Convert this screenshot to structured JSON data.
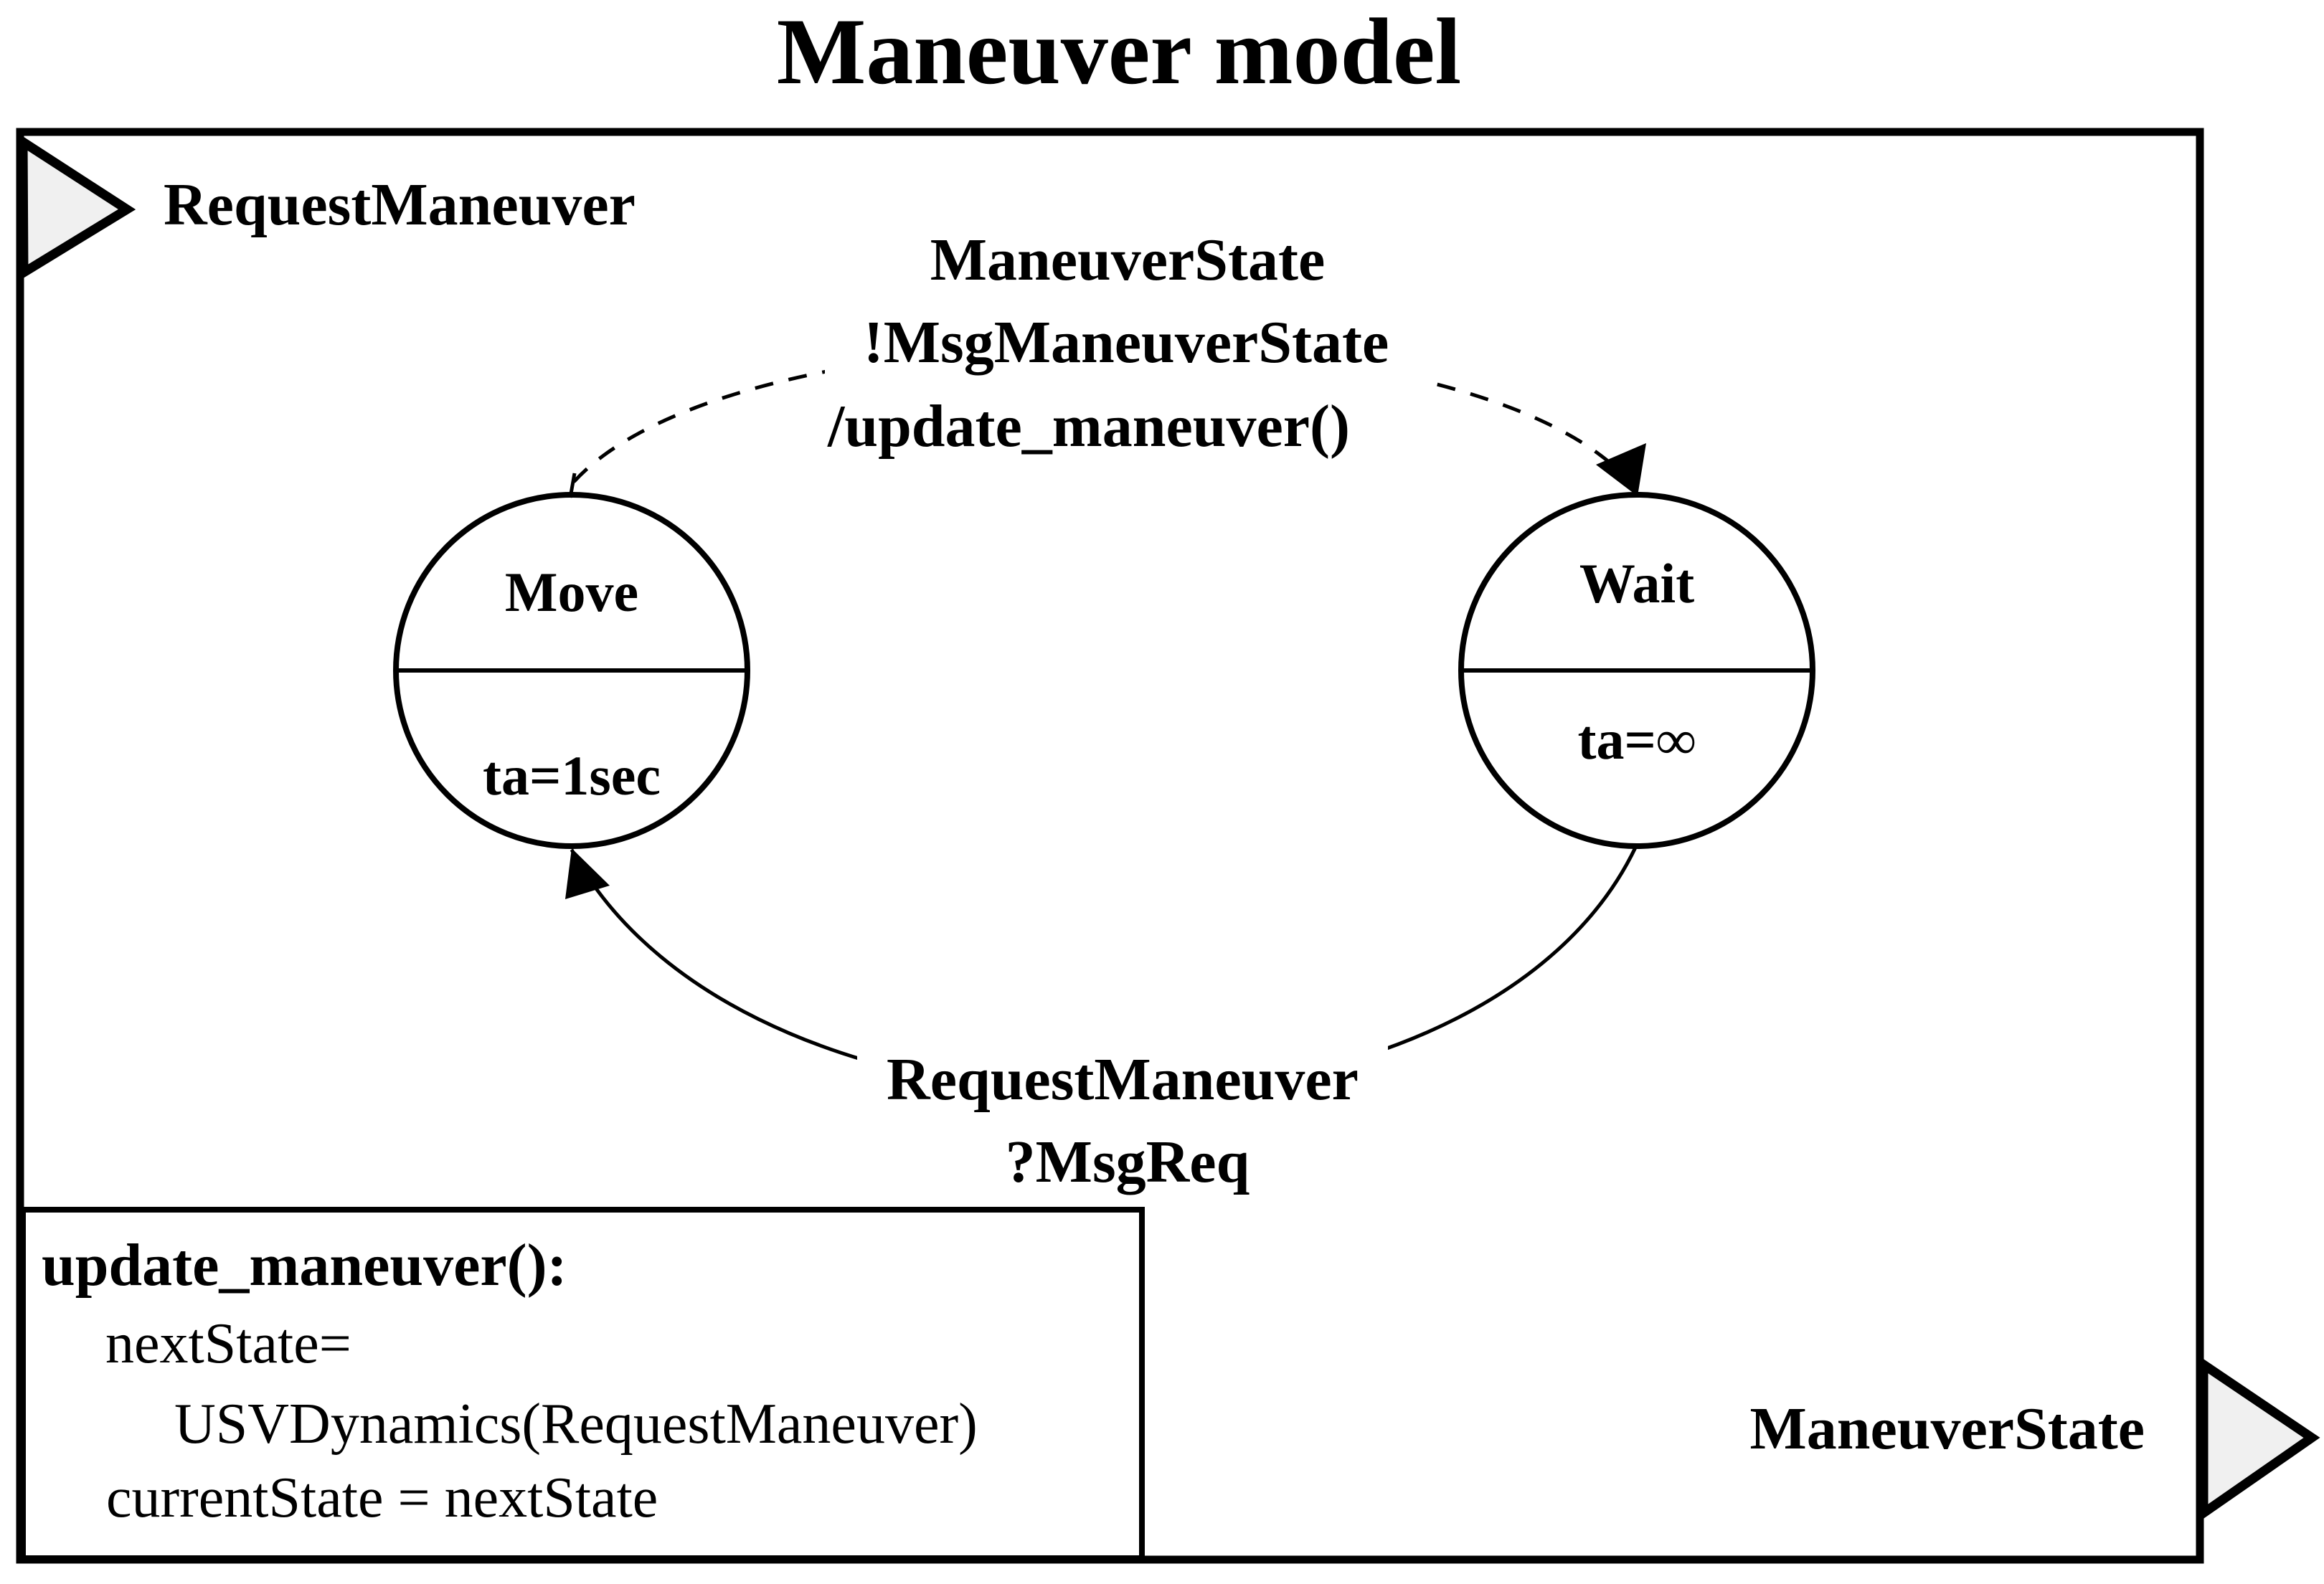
{
  "title": "Maneuver model",
  "ports": {
    "input": {
      "label": "RequestManeuver"
    },
    "output": {
      "label": "ManeuverState"
    }
  },
  "states": [
    {
      "name": "Move",
      "ta": "ta=1sec"
    },
    {
      "name": "Wait",
      "ta": "ta=∞"
    }
  ],
  "transitions": {
    "internal": {
      "lines": [
        "ManeuverState",
        "!MsgManeuverState",
        "/update_maneuver()"
      ]
    },
    "external": {
      "lines": [
        "RequestManeuver",
        "?MsgReq"
      ]
    }
  },
  "code_box": {
    "lines": [
      "update_maneuver():",
      "nextState=",
      "USVDynamics(RequestManeuver)",
      "currentState = nextState"
    ]
  },
  "colors": {
    "ink": "#000000",
    "port_fill": "#f0f0f0",
    "background": "#ffffff"
  }
}
